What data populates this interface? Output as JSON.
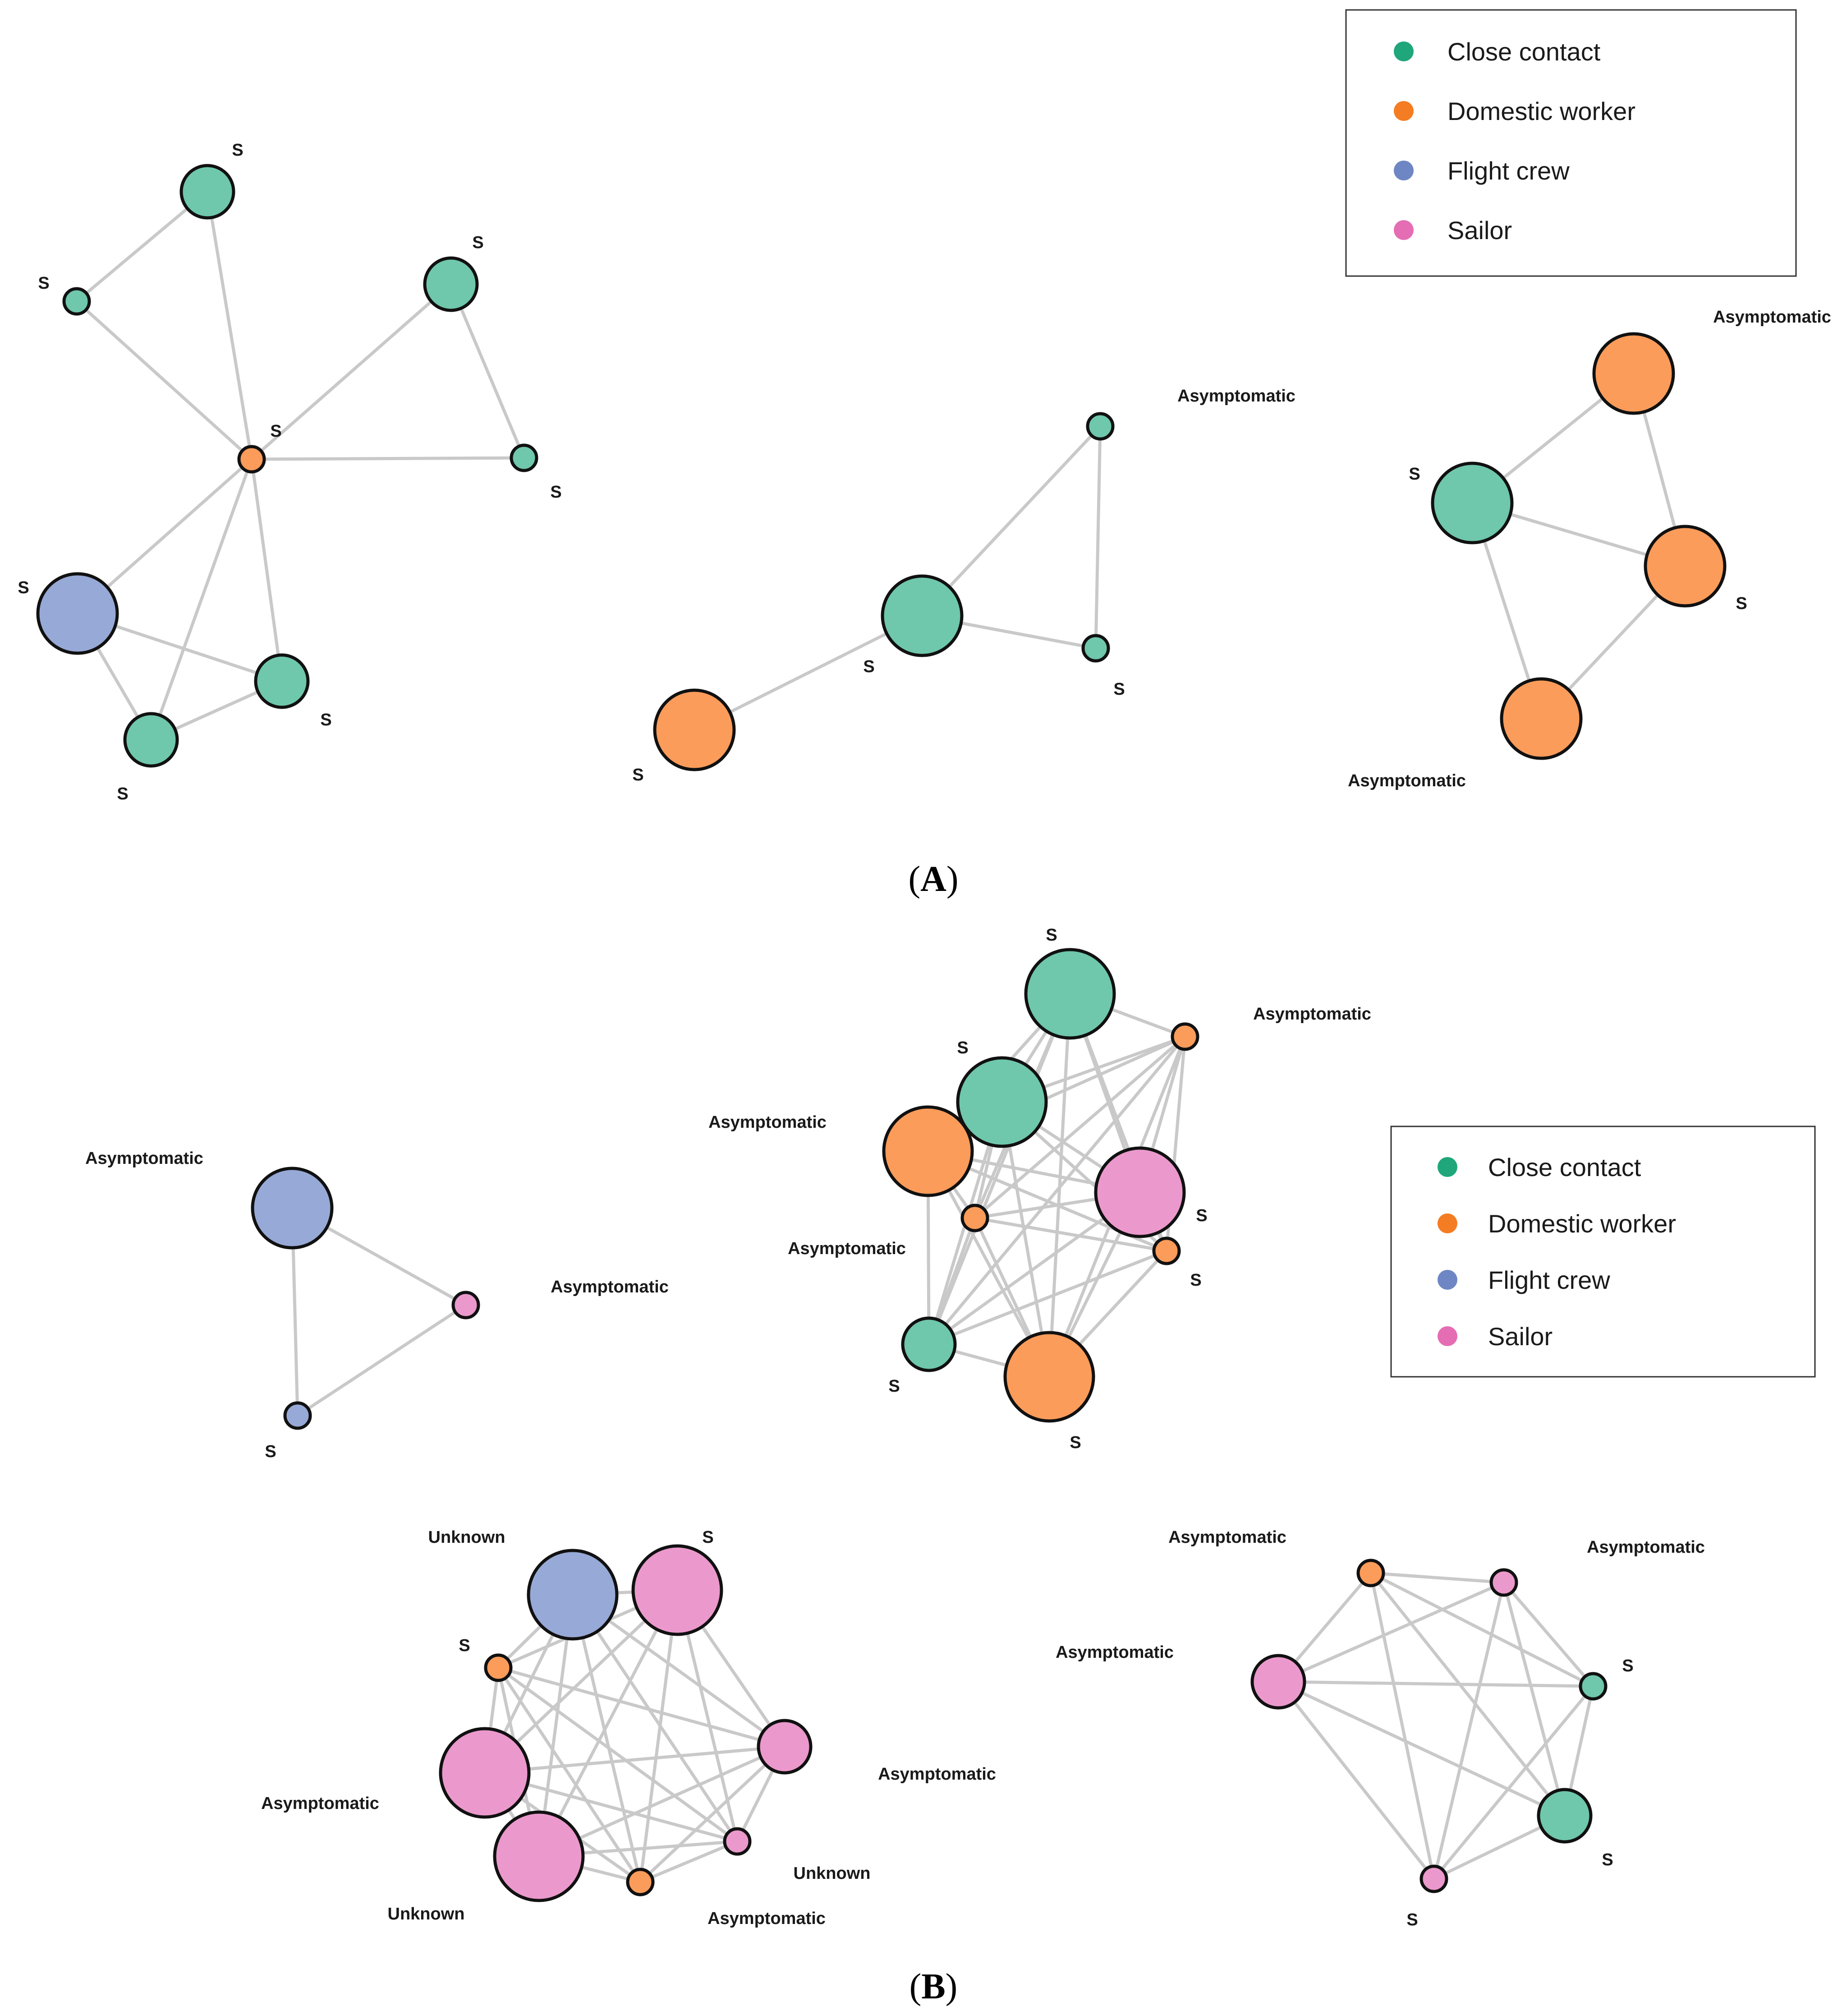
{
  "colors": {
    "close_contact": "#6FC7AC",
    "domestic_worker": "#FC9C5A",
    "flight_crew": "#97A9D6",
    "sailor": "#EB99CC",
    "legend_close_contact": "#1FA67A",
    "legend_domestic_worker": "#F47C22",
    "legend_flight_crew": "#6F86C4",
    "legend_sailor": "#E56DB4",
    "edge": "#c9c9c9"
  },
  "legend_a": {
    "items": [
      {
        "key": "close_contact",
        "label": "Close contact"
      },
      {
        "key": "domestic_worker",
        "label": "Domestic worker"
      },
      {
        "key": "flight_crew",
        "label": "Flight crew"
      },
      {
        "key": "sailor",
        "label": "Sailor"
      }
    ]
  },
  "legend_b": {
    "items": [
      {
        "key": "close_contact",
        "label": "Close contact"
      },
      {
        "key": "domestic_worker",
        "label": "Domestic worker"
      },
      {
        "key": "flight_crew",
        "label": "Flight crew"
      },
      {
        "key": "sailor",
        "label": "Sailor"
      }
    ]
  },
  "panel_labels": {
    "a": {
      "open": "(",
      "letter": "A",
      "close": ")"
    },
    "b": {
      "open": "(",
      "letter": "B",
      "close": ")"
    }
  },
  "clusters": [
    {
      "id": "A1",
      "nodes": [
        {
          "id": "A1n1",
          "group": "close_contact",
          "size": "medium",
          "label": "S"
        },
        {
          "id": "A1n2",
          "group": "close_contact",
          "size": "small",
          "label": "S"
        },
        {
          "id": "A1n3",
          "group": "close_contact",
          "size": "medium",
          "label": "S"
        },
        {
          "id": "A1n4",
          "group": "domestic_worker",
          "size": "small",
          "label": "S"
        },
        {
          "id": "A1n5",
          "group": "close_contact",
          "size": "small",
          "label": "S"
        },
        {
          "id": "A1n6",
          "group": "flight_crew",
          "size": "large",
          "label": "S"
        },
        {
          "id": "A1n7",
          "group": "close_contact",
          "size": "medium",
          "label": "S"
        },
        {
          "id": "A1n8",
          "group": "close_contact",
          "size": "medium",
          "label": "S"
        }
      ],
      "edges": [
        [
          "A1n1",
          "A1n2"
        ],
        [
          "A1n1",
          "A1n4"
        ],
        [
          "A1n2",
          "A1n4"
        ],
        [
          "A1n3",
          "A1n4"
        ],
        [
          "A1n3",
          "A1n5"
        ],
        [
          "A1n4",
          "A1n5"
        ],
        [
          "A1n4",
          "A1n6"
        ],
        [
          "A1n4",
          "A1n7"
        ],
        [
          "A1n4",
          "A1n8"
        ],
        [
          "A1n6",
          "A1n7"
        ],
        [
          "A1n6",
          "A1n8"
        ],
        [
          "A1n7",
          "A1n8"
        ]
      ]
    },
    {
      "id": "A2",
      "nodes": [
        {
          "id": "A2n1",
          "group": "close_contact",
          "size": "small",
          "label": "Asymptomatic"
        },
        {
          "id": "A2n2",
          "group": "close_contact",
          "size": "large",
          "label": "S"
        },
        {
          "id": "A2n3",
          "group": "close_contact",
          "size": "small",
          "label": "S"
        },
        {
          "id": "A2n4",
          "group": "domestic_worker",
          "size": "large",
          "label": "S"
        }
      ],
      "edges": [
        [
          "A2n1",
          "A2n2"
        ],
        [
          "A2n1",
          "A2n3"
        ],
        [
          "A2n2",
          "A2n3"
        ],
        [
          "A2n2",
          "A2n4"
        ]
      ]
    },
    {
      "id": "A3",
      "nodes": [
        {
          "id": "A3n1",
          "group": "domestic_worker",
          "size": "large",
          "label": "Asymptomatic"
        },
        {
          "id": "A3n2",
          "group": "close_contact",
          "size": "large",
          "label": "S"
        },
        {
          "id": "A3n3",
          "group": "domestic_worker",
          "size": "large",
          "label": "S"
        },
        {
          "id": "A3n4",
          "group": "domestic_worker",
          "size": "large",
          "label": "Asymptomatic"
        }
      ],
      "edges": [
        [
          "A3n1",
          "A3n2"
        ],
        [
          "A3n1",
          "A3n3"
        ],
        [
          "A3n2",
          "A3n3"
        ],
        [
          "A3n2",
          "A3n4"
        ],
        [
          "A3n3",
          "A3n4"
        ]
      ]
    },
    {
      "id": "B1",
      "nodes": [
        {
          "id": "B1n1",
          "group": "flight_crew",
          "size": "large",
          "label": "Asymptomatic"
        },
        {
          "id": "B1n2",
          "group": "sailor",
          "size": "small",
          "label": "Asymptomatic"
        },
        {
          "id": "B1n3",
          "group": "flight_crew",
          "size": "small",
          "label": "S"
        }
      ],
      "edges": [
        [
          "B1n1",
          "B1n2"
        ],
        [
          "B1n1",
          "B1n3"
        ],
        [
          "B1n2",
          "B1n3"
        ]
      ]
    },
    {
      "id": "B2",
      "nodes": [
        {
          "id": "B2n1",
          "group": "close_contact",
          "size": "xlarge",
          "label": "S"
        },
        {
          "id": "B2n2",
          "group": "domestic_worker",
          "size": "small",
          "label": "Asymptomatic"
        },
        {
          "id": "B2n3",
          "group": "close_contact",
          "size": "xlarge",
          "label": "S"
        },
        {
          "id": "B2n4",
          "group": "domestic_worker",
          "size": "xlarge",
          "label": "Asymptomatic"
        },
        {
          "id": "B2n5",
          "group": "sailor",
          "size": "xlarge",
          "label": "S"
        },
        {
          "id": "B2n6",
          "group": "domestic_worker",
          "size": "small",
          "label": "Asymptomatic"
        },
        {
          "id": "B2n7",
          "group": "domestic_worker",
          "size": "small",
          "label": "S"
        },
        {
          "id": "B2n8",
          "group": "close_contact",
          "size": "medium",
          "label": "S"
        },
        {
          "id": "B2n9",
          "group": "domestic_worker",
          "size": "xlarge",
          "label": "S"
        }
      ],
      "edges": "complete"
    },
    {
      "id": "B3",
      "nodes": [
        {
          "id": "B3n1",
          "group": "flight_crew",
          "size": "xlarge",
          "label": "Unknown"
        },
        {
          "id": "B3n2",
          "group": "sailor",
          "size": "xlarge",
          "label": "S"
        },
        {
          "id": "B3n3",
          "group": "domestic_worker",
          "size": "small",
          "label": "S"
        },
        {
          "id": "B3n4",
          "group": "sailor",
          "size": "medium",
          "label": "Asymptomatic"
        },
        {
          "id": "B3n5",
          "group": "sailor",
          "size": "xlarge",
          "label": "Asymptomatic"
        },
        {
          "id": "B3n6",
          "group": "sailor",
          "size": "small",
          "label": "Unknown"
        },
        {
          "id": "B3n7",
          "group": "sailor",
          "size": "xlarge",
          "label": "Unknown"
        },
        {
          "id": "B3n8",
          "group": "domestic_worker",
          "size": "small",
          "label": "Asymptomatic"
        }
      ],
      "edges": "complete"
    },
    {
      "id": "B4",
      "nodes": [
        {
          "id": "B4n1",
          "group": "domestic_worker",
          "size": "small",
          "label": "Asymptomatic"
        },
        {
          "id": "B4n2",
          "group": "sailor",
          "size": "small",
          "label": "Asymptomatic"
        },
        {
          "id": "B4n3",
          "group": "sailor",
          "size": "medium",
          "label": "Asymptomatic"
        },
        {
          "id": "B4n4",
          "group": "close_contact",
          "size": "small",
          "label": "S"
        },
        {
          "id": "B4n5",
          "group": "close_contact",
          "size": "medium",
          "label": "S"
        },
        {
          "id": "B4n6",
          "group": "sailor",
          "size": "small",
          "label": "S"
        }
      ],
      "edges": "complete"
    }
  ]
}
